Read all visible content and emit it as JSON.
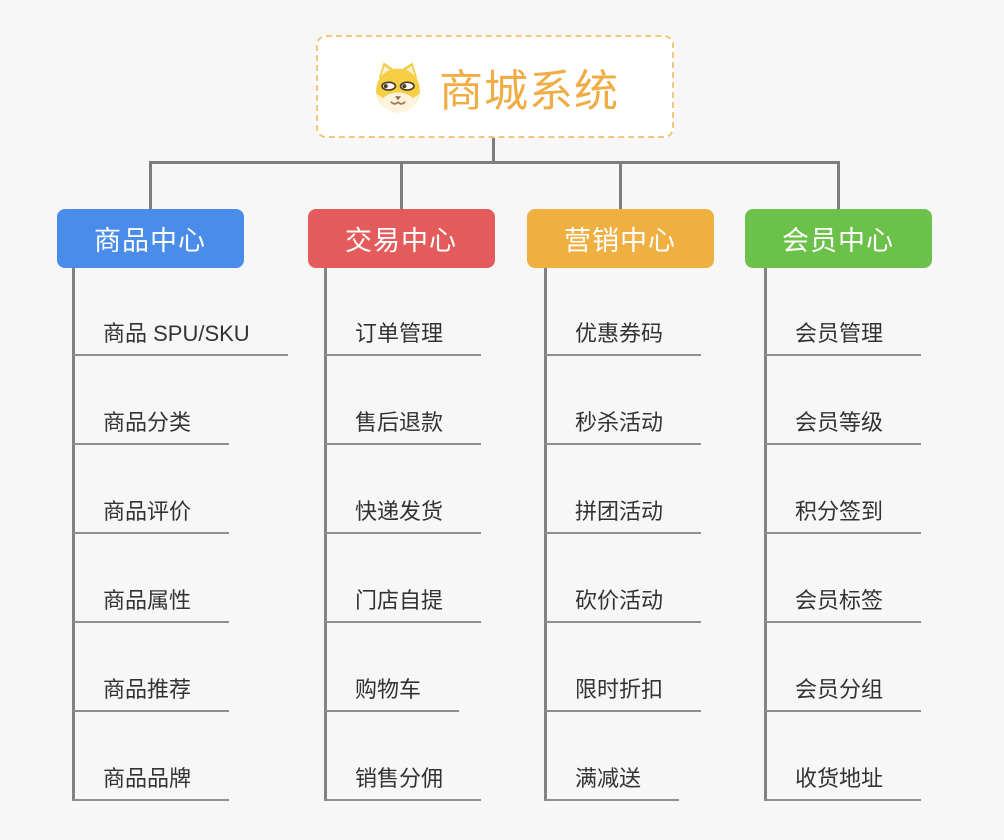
{
  "canvas": {
    "background": "#F7F7F7",
    "connector_color": "#7D7D7D"
  },
  "root": {
    "title": "商城系统",
    "icon": "dog-face-icon",
    "accent_color": "#F0AC45",
    "border_color": "#F2C87E",
    "background": "#FFFFFF"
  },
  "branches": [
    {
      "label": "商品中心",
      "color": "#498CEA",
      "children": [
        "商品 SPU/SKU",
        "商品分类",
        "商品评价",
        "商品属性",
        "商品推荐",
        "商品品牌"
      ]
    },
    {
      "label": "交易中心",
      "color": "#E45B5B",
      "children": [
        "订单管理",
        "售后退款",
        "快递发货",
        "门店自提",
        "购物车",
        "销售分佣"
      ]
    },
    {
      "label": "营销中心",
      "color": "#EFB041",
      "children": [
        "优惠券码",
        "秒杀活动",
        "拼团活动",
        "砍价活动",
        "限时折扣",
        "满减送"
      ]
    },
    {
      "label": "会员中心",
      "color": "#6CC14A",
      "children": [
        "会员管理",
        "会员等级",
        "积分签到",
        "会员标签",
        "会员分组",
        "收货地址"
      ]
    }
  ]
}
